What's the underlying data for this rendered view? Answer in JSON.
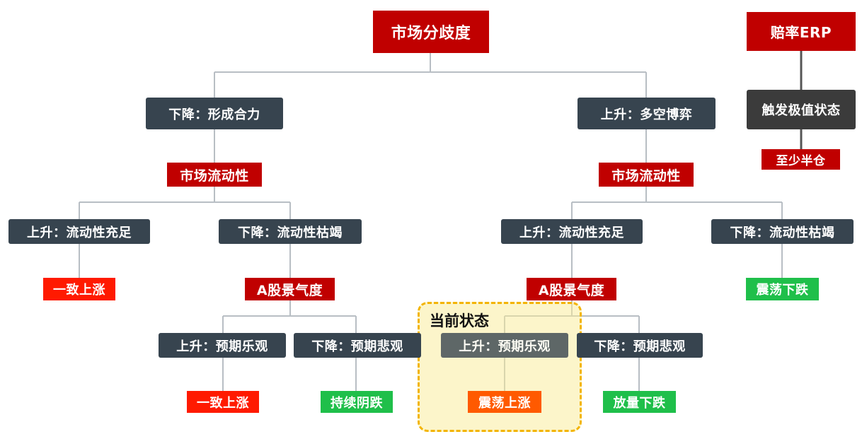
{
  "root": "市场分歧度",
  "left": {
    "title": "下降：形成合力",
    "liquidity": "市场流动性",
    "up": {
      "title": "上升：流动性充足",
      "result": "一致上涨"
    },
    "down": {
      "title": "下降：流动性枯竭",
      "boom": "A股景气度",
      "up": {
        "title": "上升：预期乐观",
        "result": "一致上涨"
      },
      "down": {
        "title": "下降：预期悲观",
        "result": "持续阴跌"
      }
    }
  },
  "right": {
    "title": "上升：多空博弈",
    "liquidity": "市场流动性",
    "up": {
      "title": "上升：流动性充足",
      "boom": "A股景气度",
      "up": {
        "title": "上升：预期乐观",
        "result": "震荡上涨"
      },
      "down": {
        "title": "下降：预期悲观",
        "result": "放量下跌"
      }
    },
    "down": {
      "title": "下降：流动性枯竭",
      "result": "震荡下跌"
    }
  },
  "erp": {
    "title": "赔率ERP",
    "state": "触发极值状态",
    "result": "至少半仓"
  },
  "highlight_label": "当前状态",
  "colors": {
    "red": "#c00000",
    "dark": "#37444f",
    "bright_red": "#ff1a00",
    "green": "#1fbf4a",
    "orange": "#ff5a00",
    "highlight_border": "#f3b400"
  }
}
